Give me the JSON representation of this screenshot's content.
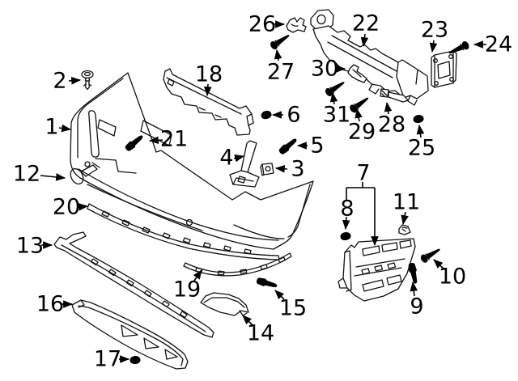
{
  "diagram": {
    "colors": {
      "background": "#ffffff",
      "line": "#111111",
      "text": "#000000"
    }
  },
  "callouts": {
    "c1": {
      "label": "1"
    },
    "c2": {
      "label": "2"
    },
    "c3": {
      "label": "3"
    },
    "c4": {
      "label": "4"
    },
    "c5": {
      "label": "5"
    },
    "c6": {
      "label": "6"
    },
    "c7": {
      "label": "7"
    },
    "c8": {
      "label": "8"
    },
    "c9": {
      "label": "9"
    },
    "c10": {
      "label": "10"
    },
    "c11": {
      "label": "11"
    },
    "c12": {
      "label": "12"
    },
    "c13": {
      "label": "13"
    },
    "c14": {
      "label": "14"
    },
    "c15": {
      "label": "15"
    },
    "c16": {
      "label": "16"
    },
    "c17": {
      "label": "17"
    },
    "c18": {
      "label": "18"
    },
    "c19": {
      "label": "19"
    },
    "c20": {
      "label": "20"
    },
    "c21": {
      "label": "21"
    },
    "c22": {
      "label": "22"
    },
    "c23": {
      "label": "23"
    },
    "c24": {
      "label": "24"
    },
    "c25": {
      "label": "25"
    },
    "c26": {
      "label": "26"
    },
    "c27": {
      "label": "27"
    },
    "c28": {
      "label": "28"
    },
    "c29": {
      "label": "29"
    },
    "c30": {
      "label": "30"
    },
    "c31": {
      "label": "31"
    }
  }
}
